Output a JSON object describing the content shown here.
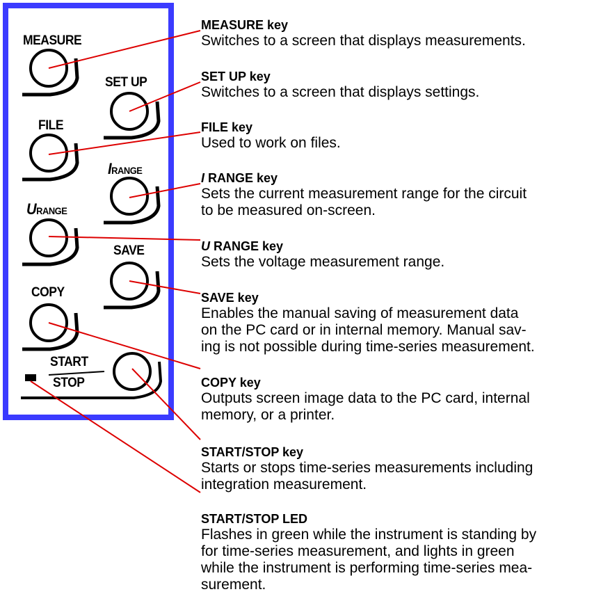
{
  "panel": {
    "border_color": "#3b3bff",
    "labels": {
      "measure": "MEASURE",
      "setup": "SET UP",
      "file": "FILE",
      "i_prefix": "I",
      "range": "RANGE",
      "u_prefix": "U",
      "save": "SAVE",
      "copy": "COPY",
      "start": "START",
      "stop": "STOP"
    },
    "led_color": "#000000"
  },
  "callout_color": "#dd0000",
  "descriptions": [
    {
      "id": "measure",
      "prefix": "",
      "title": "MEASURE key",
      "body": [
        "Switches to a screen that displays measurements."
      ]
    },
    {
      "id": "setup",
      "prefix": "",
      "title": "SET UP key",
      "body": [
        "Switches to a screen that displays settings."
      ]
    },
    {
      "id": "file",
      "prefix": "",
      "title": "FILE key",
      "body": [
        "Used to work on files."
      ]
    },
    {
      "id": "irange",
      "prefix": "I",
      "title": " RANGE key",
      "body": [
        "Sets the current measurement range for the circuit",
        "to be measured on-screen."
      ]
    },
    {
      "id": "urange",
      "prefix": "U",
      "title": " RANGE key",
      "body": [
        "Sets the voltage measurement range."
      ]
    },
    {
      "id": "save",
      "prefix": "",
      "title": "SAVE key",
      "body": [
        "Enables the manual saving of measurement data",
        "on the PC card or in internal memory. Manual sav-",
        "ing is not possible during time-series measurement."
      ]
    },
    {
      "id": "copy",
      "prefix": "",
      "title": "COPY key",
      "body": [
        "Outputs screen image data to the PC card, internal",
        "memory, or a printer."
      ]
    },
    {
      "id": "startstop",
      "prefix": "",
      "title": "START/STOP key",
      "body": [
        "Starts or stops time-series measurements including",
        "integration measurement."
      ]
    },
    {
      "id": "led",
      "prefix": "",
      "title": "START/STOP LED",
      "body": [
        "Flashes in green while the instrument is standing by",
        "for time-series measurement, and lights in green",
        "while the instrument is performing time-series mea-",
        "surement."
      ]
    }
  ]
}
